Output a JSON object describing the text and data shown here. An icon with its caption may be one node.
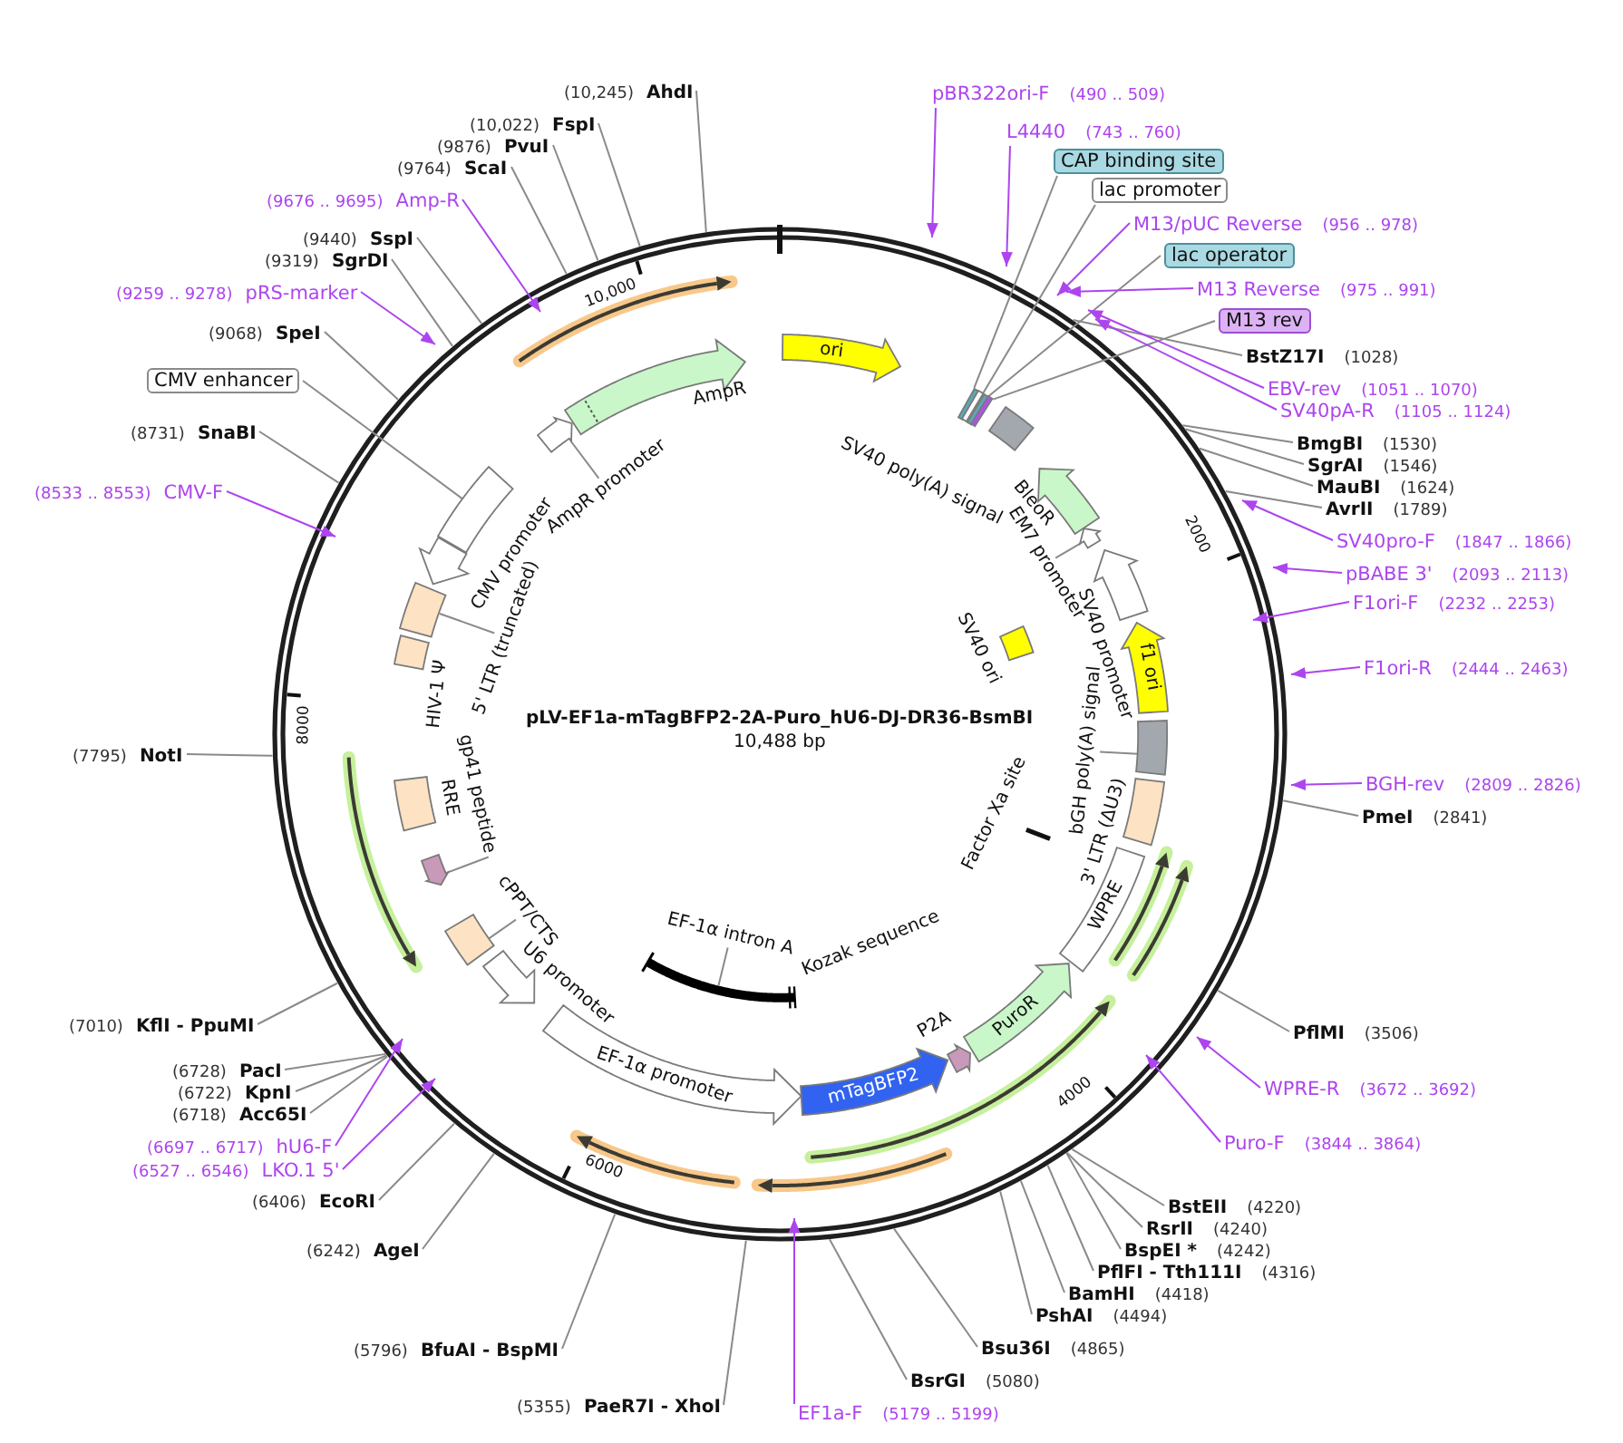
{
  "diagram": {
    "title": "pLV-EF1a-mTagBFP2-2A-Puro_hU6-DJ-DR36-BsmBI",
    "nodes": [
      {
        "text": [
          "pBR322ori-F",
          "(490 .. 509)"
        ]
      },
      {
        "text": [
          "L4440",
          "(743 .. 760)"
        ]
      },
      {
        "text": [
          "CAP binding site"
        ]
      },
      {
        "text": [
          "lac promoter"
        ]
      },
      {
        "text": [
          "M13/pUC Reverse",
          "(956 .. 978)"
        ]
      },
      {
        "text": [
          "lac operator"
        ]
      },
      {
        "text": [
          "M13 Reverse",
          "(975 .. 991)"
        ]
      },
      {
        "text": [
          "M13 rev"
        ]
      },
      {
        "text": [
          "BstZ17I",
          "(1028)"
        ]
      },
      {
        "text": [
          "EBV-rev",
          "(1051 .. 1070)"
        ]
      },
      {
        "text": [
          "SV40pA-R",
          "(1105 .. 1124)"
        ]
      },
      {
        "text": [
          "BmgBI",
          "(1530)"
        ]
      },
      {
        "text": [
          "SgrAI",
          "(1546)"
        ]
      },
      {
        "text": [
          "MauBI",
          "(1624)"
        ]
      },
      {
        "text": [
          "AvrII",
          "(1789)"
        ]
      },
      {
        "text": [
          "SV40pro-F",
          "(1847 .. 1866)"
        ]
      },
      {
        "text": [
          "pBABE 3'",
          "(2093 .. 2113)"
        ]
      },
      {
        "text": [
          "F1ori-F",
          "(2232 .. 2253)"
        ]
      },
      {
        "text": [
          "F1ori-R",
          "(2444 .. 2463)"
        ]
      },
      {
        "text": [
          "BGH-rev",
          "(2809 .. 2826)"
        ]
      },
      {
        "text": [
          "PmeI",
          "(2841)"
        ]
      },
      {
        "text": [
          "PflMI",
          "(3506)"
        ]
      },
      {
        "text": [
          "WPRE-R",
          "(3672 .. 3692)"
        ]
      },
      {
        "text": [
          "Puro-F",
          "(3844 .. 3864)"
        ]
      },
      {
        "text": [
          "BstEII",
          "(4220)"
        ]
      },
      {
        "text": [
          "RsrII",
          "(4240)"
        ]
      },
      {
        "text": [
          "BspEI *",
          "(4242)"
        ]
      },
      {
        "text": [
          "PflFI - Tth111I",
          "(4316)"
        ]
      },
      {
        "text": [
          "BamHI",
          "(4418)"
        ]
      },
      {
        "text": [
          "PshAI",
          "(4494)"
        ]
      },
      {
        "text": [
          "Bsu36I",
          "(4865)"
        ]
      },
      {
        "text": [
          "BsrGI",
          "(5080)"
        ]
      },
      {
        "text": [
          "EF1a-F",
          "(5179 .. 5199)"
        ]
      },
      {
        "text": [
          "(5355)",
          "PaeR7I - XhoI"
        ]
      },
      {
        "text": [
          "(5796)",
          "BfuAI - BspMI"
        ]
      },
      {
        "text": [
          "(6242)",
          "AgeI"
        ]
      },
      {
        "text": [
          "(6406)",
          "EcoRI"
        ]
      },
      {
        "text": [
          "(6527 .. 6546)",
          "LKO.1 5'"
        ]
      },
      {
        "text": [
          "(6697 .. 6717)",
          "hU6-F"
        ]
      },
      {
        "text": [
          "(6718)",
          "Acc65I"
        ]
      },
      {
        "text": [
          "(6722)",
          "KpnI"
        ]
      },
      {
        "text": [
          "(6728)",
          "PacI"
        ]
      },
      {
        "text": [
          "(7010)",
          "KflI - PpuMI"
        ]
      },
      {
        "text": [
          "(7795)",
          "NotI"
        ]
      },
      {
        "text": [
          "(8533 .. 8553)",
          "CMV-F"
        ]
      },
      {
        "text": [
          "(8731)",
          "SnaBI"
        ]
      },
      {
        "text": [
          "CMV enhancer"
        ]
      },
      {
        "text": [
          "(9068)",
          "SpeI"
        ]
      },
      {
        "text": [
          "(9259 .. 9278)",
          "pRS-marker"
        ]
      },
      {
        "text": [
          "(9319)",
          "SgrDI"
        ]
      },
      {
        "text": [
          "(9440)",
          "SspI"
        ]
      },
      {
        "text": [
          "(9676 .. 9695)",
          "Amp-R"
        ]
      },
      {
        "text": [
          "(9764)",
          "ScaI"
        ]
      },
      {
        "text": [
          "(9876)",
          "PvuI"
        ]
      },
      {
        "text": [
          "(10,022)",
          "FspI"
        ]
      },
      {
        "text": [
          "(10,245)",
          "AhdI"
        ]
      },
      {
        "text": [
          "ori"
        ]
      },
      {
        "text": [],
        "shape": "box"
      },
      {
        "text": [],
        "shape": "box"
      },
      {
        "text": [],
        "shape": "box"
      },
      {
        "text": [],
        "shape": "box"
      },
      {
        "text": [],
        "shape": "box",
        "beside": [
          "SV40 poly(A) signal"
        ]
      },
      {
        "text": [],
        "shape": "arrow",
        "beside": [
          "BleoR"
        ]
      },
      {
        "text": [],
        "shape": "arrow"
      },
      {
        "text": [
          "EM7 promoter"
        ]
      },
      {
        "text": [],
        "shape": "arrow",
        "beside": [
          "SV40 promoter"
        ]
      },
      {
        "text": [],
        "shape": "box",
        "beside": [
          "SV40 ori"
        ]
      },
      {
        "text": [
          "f1 ori"
        ]
      },
      {
        "text": [],
        "shape": "box"
      },
      {
        "text": [
          "bGH poly(A) signal"
        ]
      },
      {
        "text": [],
        "shape": "box",
        "beside": [
          "3' LTR (ΔU3)"
        ]
      },
      {
        "text": [],
        "shape": "bar",
        "beside": [
          "Factor Xa site"
        ]
      },
      {
        "text": [
          "WPRE"
        ]
      },
      {
        "text": [
          "PuroR"
        ]
      },
      {
        "text": [],
        "shape": "arrow",
        "beside": [
          "P2A"
        ]
      },
      {
        "text": [
          "mTagBFP2"
        ]
      },
      {
        "text": [],
        "shape": "arc"
      },
      {
        "text": [
          "EF-1α intron A"
        ]
      },
      {
        "text": [
          "EF-1α promoter"
        ]
      },
      {
        "text": [],
        "shape": "arrow",
        "beside": [
          "U6 promoter"
        ]
      },
      {
        "text": [],
        "shape": "box"
      },
      {
        "text": [
          "cPPT/CTS"
        ]
      },
      {
        "text": [],
        "shape": "arrow"
      },
      {
        "text": [
          "gp41 peptide"
        ]
      },
      {
        "text": [],
        "shape": "box",
        "beside": [
          "RRE"
        ]
      },
      {
        "text": [],
        "shape": "box",
        "beside": [
          "HIV-1 Ψ"
        ]
      },
      {
        "text": [],
        "shape": "box"
      },
      {
        "text": [
          "5' LTR (truncated)"
        ]
      },
      {
        "text": [],
        "shape": "arrow",
        "beside": [
          "CMV promoter"
        ]
      },
      {
        "text": [],
        "shape": "box"
      },
      {
        "text": [],
        "shape": "arrow"
      },
      {
        "text": [
          "AmpR promoter"
        ]
      },
      {
        "text": [],
        "shape": "arrow",
        "beside": [
          "AmpR"
        ]
      }
    ],
    "edges": [
      {
        "from": 0,
        "to": null,
        "arrow": "to",
        "color": "#ad45ef"
      },
      {
        "from": 1,
        "to": null,
        "arrow": "to",
        "color": "#ad45ef"
      },
      {
        "from": 2,
        "to": 57,
        "arrow": "none"
      },
      {
        "from": 3,
        "to": 58,
        "arrow": "none"
      },
      {
        "from": 4,
        "to": null,
        "arrow": "to",
        "color": "#ad45ef"
      },
      {
        "from": 5,
        "to": 59,
        "arrow": "none"
      },
      {
        "from": 6,
        "to": null,
        "arrow": "to",
        "color": "#ad45ef"
      },
      {
        "from": 7,
        "to": 60,
        "arrow": "none"
      },
      {
        "from": 8,
        "to": null,
        "arrow": "none"
      },
      {
        "from": 9,
        "to": null,
        "arrow": "to",
        "color": "#ad45ef"
      },
      {
        "from": 10,
        "to": null,
        "arrow": "to",
        "color": "#ad45ef"
      },
      {
        "from": 11,
        "to": null,
        "arrow": "none"
      },
      {
        "from": 12,
        "to": null,
        "arrow": "none"
      },
      {
        "from": 13,
        "to": null,
        "arrow": "none"
      },
      {
        "from": 14,
        "to": null,
        "arrow": "none"
      },
      {
        "from": 15,
        "to": null,
        "arrow": "to",
        "color": "#ad45ef"
      },
      {
        "from": 16,
        "to": null,
        "arrow": "to",
        "color": "#ad45ef"
      },
      {
        "from": 17,
        "to": null,
        "arrow": "to",
        "color": "#ad45ef"
      },
      {
        "from": 18,
        "to": null,
        "arrow": "to",
        "color": "#ad45ef"
      },
      {
        "from": 19,
        "to": null,
        "arrow": "to",
        "color": "#ad45ef"
      },
      {
        "from": 20,
        "to": null,
        "arrow": "none"
      },
      {
        "from": 21,
        "to": null,
        "arrow": "none"
      },
      {
        "from": 22,
        "to": null,
        "arrow": "to",
        "color": "#ad45ef"
      },
      {
        "from": 23,
        "to": null,
        "arrow": "to",
        "color": "#ad45ef"
      },
      {
        "from": 24,
        "to": null,
        "arrow": "none"
      },
      {
        "from": 25,
        "to": null,
        "arrow": "none"
      },
      {
        "from": 26,
        "to": null,
        "arrow": "none"
      },
      {
        "from": 27,
        "to": null,
        "arrow": "none"
      },
      {
        "from": 28,
        "to": null,
        "arrow": "none"
      },
      {
        "from": 29,
        "to": null,
        "arrow": "none"
      },
      {
        "from": 30,
        "to": null,
        "arrow": "none"
      },
      {
        "from": 31,
        "to": null,
        "arrow": "none"
      },
      {
        "from": 32,
        "to": null,
        "arrow": "to",
        "color": "#ad45ef"
      },
      {
        "from": 33,
        "to": null,
        "arrow": "none"
      },
      {
        "from": 34,
        "to": null,
        "arrow": "none"
      },
      {
        "from": 35,
        "to": null,
        "arrow": "none"
      },
      {
        "from": 36,
        "to": null,
        "arrow": "none"
      },
      {
        "from": 37,
        "to": null,
        "arrow": "to",
        "color": "#ad45ef"
      },
      {
        "from": 38,
        "to": null,
        "arrow": "to",
        "color": "#ad45ef"
      },
      {
        "from": 39,
        "to": null,
        "arrow": "none"
      },
      {
        "from": 40,
        "to": null,
        "arrow": "none"
      },
      {
        "from": 41,
        "to": null,
        "arrow": "none"
      },
      {
        "from": 42,
        "to": null,
        "arrow": "none"
      },
      {
        "from": 43,
        "to": null,
        "arrow": "none"
      },
      {
        "from": 44,
        "to": null,
        "arrow": "to",
        "color": "#ad45ef"
      },
      {
        "from": 45,
        "to": null,
        "arrow": "none"
      },
      {
        "from": 46,
        "to": 89,
        "arrow": "none"
      },
      {
        "from": 47,
        "to": null,
        "arrow": "none"
      },
      {
        "from": 48,
        "to": null,
        "arrow": "to",
        "color": "#ad45ef"
      },
      {
        "from": 49,
        "to": null,
        "arrow": "none"
      },
      {
        "from": 50,
        "to": null,
        "arrow": "none"
      },
      {
        "from": 51,
        "to": null,
        "arrow": "to",
        "color": "#ad45ef"
      },
      {
        "from": 52,
        "to": null,
        "arrow": "none"
      },
      {
        "from": 53,
        "to": null,
        "arrow": "none"
      },
      {
        "from": 54,
        "to": null,
        "arrow": "none"
      },
      {
        "from": 55,
        "to": null,
        "arrow": "none"
      },
      {
        "from": 64,
        "to": 63,
        "arrow": "none"
      },
      {
        "from": 69,
        "to": 68,
        "arrow": "none"
      },
      {
        "from": 77,
        "to": 76,
        "arrow": "none"
      },
      {
        "from": 81,
        "to": 80,
        "arrow": "none"
      },
      {
        "from": 83,
        "to": 82,
        "arrow": "none"
      },
      {
        "from": 87,
        "to": 86,
        "arrow": "none"
      },
      {
        "from": 91,
        "to": 90,
        "arrow": "none"
      }
    ],
    "labels": [
      "10,000",
      "2000",
      "8000",
      "10,488 bp",
      "Kozak sequence",
      "4000",
      "6000"
    ]
  }
}
